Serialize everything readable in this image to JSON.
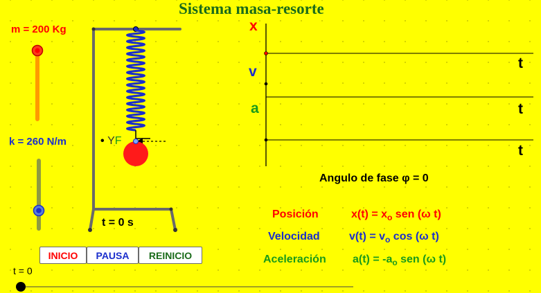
{
  "title": "Sistema masa-resorte",
  "sliders": {
    "mass": {
      "label": "m = 200 Kg",
      "value": 200,
      "color": "#ff0000"
    },
    "spring_constant": {
      "label": "k = 260 N/m",
      "value": 260,
      "color": "#1a2ecc"
    },
    "time": {
      "label": "t = 0",
      "value": 0
    }
  },
  "simulation": {
    "time_display": "t = 0 s",
    "attach_point": {
      "dot": "•",
      "y_label": "Y",
      "f_label": "F"
    },
    "mass_color": "#ff0000",
    "spring_color": "#1a2ecc"
  },
  "buttons": {
    "start": "INICIO",
    "pause": "PAUSA",
    "reset": "REINICIO"
  },
  "graphs": {
    "x_axis": "x",
    "v_axis": "v",
    "a_axis": "a",
    "time_axis": "t"
  },
  "phase_label": "Angulo de fase φ = 0",
  "equations": {
    "position": {
      "name": "Posición",
      "lhs": "x(t) = x",
      "sub": "o",
      "rhs": " sen (ω t)"
    },
    "velocity": {
      "name": "Velocidad",
      "lhs": "v(t) = v",
      "sub": "o",
      "rhs": " cos (ω t)"
    },
    "acceleration": {
      "name": "Aceleración",
      "lhs": "a(t) = -a",
      "sub": "o",
      "rhs": " sen (ω t)"
    }
  },
  "colors": {
    "background": "#ffff00",
    "title": "#1a6b1a",
    "position": "#ff0000",
    "velocity": "#1a2ecc",
    "acceleration": "#1a9a1a"
  }
}
